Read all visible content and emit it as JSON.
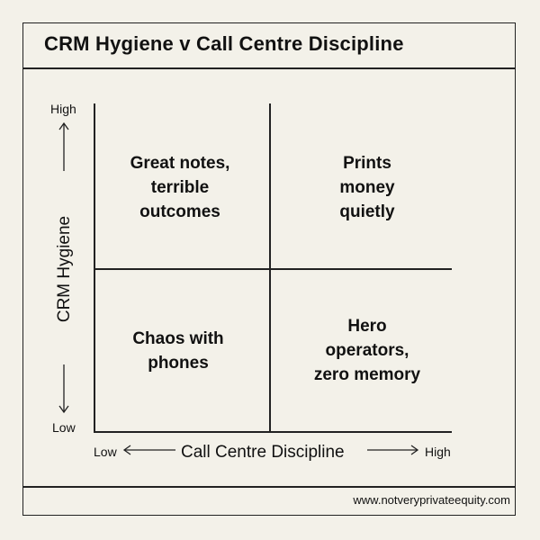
{
  "title": "CRM Hygiene v Call Centre Discipline",
  "quadrants": {
    "top_left": "Great notes,\nterrible\noutcomes",
    "top_right": "Prints\nmoney\nquietly",
    "bottom_left": "Chaos with\nphones",
    "bottom_right": "Hero\noperators,\nzero memory"
  },
  "y_axis": {
    "label": "CRM Hygiene",
    "high": "High",
    "low": "Low"
  },
  "x_axis": {
    "label": "Call Centre Discipline",
    "low": "Low",
    "high": "High"
  },
  "footer": "www.notveryprivateequity.com"
}
